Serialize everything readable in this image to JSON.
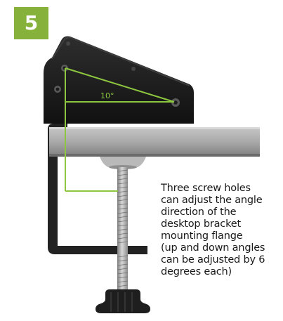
{
  "step": {
    "number": "5",
    "badge_color": "#86b13b"
  },
  "annotation": {
    "angle_label": "10°",
    "line_color": "#8dc63f"
  },
  "caption": {
    "lines": [
      "Three screw holes",
      "can adjust the angle",
      "direction of the",
      "desktop bracket",
      "mounting flange",
      "(up and down angles",
      "can be adjusted by 6",
      "degrees each)"
    ]
  }
}
